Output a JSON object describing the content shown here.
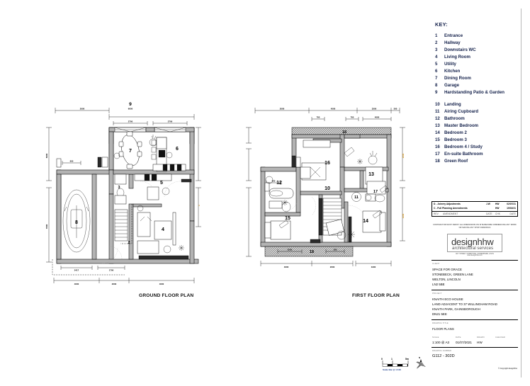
{
  "key": {
    "title": "KEY:",
    "ground_items": [
      {
        "num": "1",
        "label": "Entrance"
      },
      {
        "num": "2",
        "label": "Hallway"
      },
      {
        "num": "3",
        "label": "Downstairs WC"
      },
      {
        "num": "4",
        "label": "Living Room"
      },
      {
        "num": "5",
        "label": "Utility"
      },
      {
        "num": "6",
        "label": "Kitchen"
      },
      {
        "num": "7",
        "label": "Dining Room"
      },
      {
        "num": "8",
        "label": "Garage"
      },
      {
        "num": "9",
        "label": "Hardstanding Patio & Garden"
      }
    ],
    "first_items": [
      {
        "num": "10",
        "label": "Landing"
      },
      {
        "num": "11",
        "label": "Airing Cupboard"
      },
      {
        "num": "12",
        "label": "Bathroom"
      },
      {
        "num": "13",
        "label": "Master Bedroom"
      },
      {
        "num": "14",
        "label": "Bedroom 2"
      },
      {
        "num": "15",
        "label": "Bedroom 3"
      },
      {
        "num": "16",
        "label": "Bedroom 4 / Study"
      },
      {
        "num": "17",
        "label": "En-suite Bathroom"
      },
      {
        "num": "18",
        "label": "Green Roof"
      }
    ]
  },
  "plans": {
    "ground_label": "GROUND FLOOR PLAN",
    "first_label": "FIRST FLOOR PLAN",
    "ground": {
      "top_dims": [
        "2000",
        "2700",
        "2700"
      ],
      "top_big": "9",
      "top_big_dim": "6000",
      "left_dims": [
        "5000",
        "1600",
        "7000",
        "1500"
      ],
      "right_dims": [
        "2000",
        "3200"
      ],
      "bottom_inner": [
        "2417",
        "1700"
      ],
      "bottom_dims": [
        "4000",
        "2000",
        "4000"
      ],
      "window_dim": "600",
      "rooms": [
        {
          "num": "1"
        },
        {
          "num": "2"
        },
        {
          "num": "3"
        },
        {
          "num": "4"
        },
        {
          "num": "5"
        },
        {
          "num": "6"
        },
        {
          "num": "7"
        },
        {
          "num": "8"
        }
      ]
    },
    "first": {
      "top_dims": [
        "2000",
        "4500",
        "3500",
        "500"
      ],
      "top_inner": [
        "700",
        "700",
        "4000"
      ],
      "left_dims": [
        "5000",
        "1600",
        "7000",
        "1500"
      ],
      "right_dims": [
        "2000",
        "3200"
      ],
      "bottom_inner": [
        "2500",
        "500"
      ],
      "bottom_dims": [
        "4000",
        "2000",
        "3400"
      ],
      "window_dim": "600",
      "rooms": [
        {
          "num": "10"
        },
        {
          "num": "11"
        },
        {
          "num": "12"
        },
        {
          "num": "13"
        },
        {
          "num": "14"
        },
        {
          "num": "15"
        },
        {
          "num": "16"
        },
        {
          "num": "17"
        },
        {
          "num": "18"
        }
      ]
    }
  },
  "scalebar": {
    "ticks": [
      "0",
      "1",
      "5m"
    ],
    "caption": "Scale Bar @ 1:100"
  },
  "title_block": {
    "revisions": [
      {
        "ref": "D",
        "desc": "D - Joinery Adjustments",
        "c": "J.W",
        "by": "HW",
        "date": "02/07/21"
      },
      {
        "ref": "C",
        "desc": "C - Full Planning Amendments",
        "c": "",
        "by": "HW",
        "date": "19/02/21"
      }
    ],
    "rev_header": {
      "ref": "REV",
      "desc": "AMENDMENT",
      "c": "DATE",
      "by": "CHK",
      "date": "DATE"
    },
    "disclaimer": "CONTRACTOR MUST VERIFY ALL DIMENSIONS ON SITE BEFORE COMMENCING ANY WORK OR MAKING ANY SHOP DRAWINGS",
    "logo": {
      "main": "designhhw",
      "sub": "architectural services",
      "address": "ANY STREET, SOMETHING, SOMEWHERE, LINCS",
      "web": "www.designhhw.com"
    },
    "client": {
      "label": "CLIENT",
      "lines": [
        "SPACE FOR GRACE",
        "STONEBECK, GREEN LANE",
        "WELTON, LINCOLN",
        "LN2 5BE"
      ]
    },
    "project": {
      "label": "PROJECT",
      "lines": [
        "KNAITH ECO HOUSE",
        "LAND ADJACENT TO 37 WILLINGHAM ROAD",
        "KNAITH PARK, GAINSBOROUGH",
        "DN21 5EE"
      ]
    },
    "drawing": {
      "label": "DRAWING TITLE",
      "value": "FLOOR PLANS"
    },
    "meta": [
      {
        "label": "SCALE",
        "value": "1:100 @ A3"
      },
      {
        "label": "DATE",
        "value": "01/07/2021"
      },
      {
        "label": "DRAWN",
        "value": "HW"
      },
      {
        "label": "CHECKED",
        "value": ""
      }
    ],
    "number": {
      "label": "DRAWING NUMBER",
      "value": "G112 - 302D"
    },
    "copyright": "© Copyright  designhhw"
  }
}
